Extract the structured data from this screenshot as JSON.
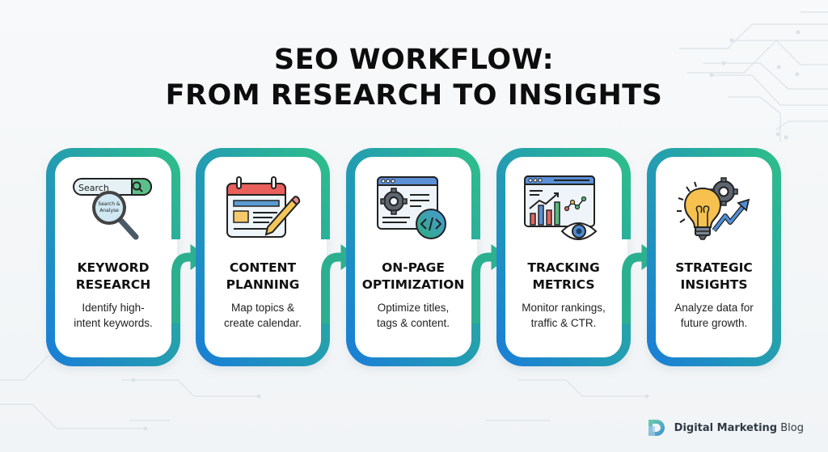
{
  "title": {
    "line1": "SEO WORKFLOW:",
    "line2": "FROM RESEARCH TO INSIGHTS"
  },
  "colors": {
    "gradient_start": "#1a7fd6",
    "gradient_end": "#2ebd8a",
    "title": "#0d0d0d",
    "background": "#f4f6f8"
  },
  "steps": [
    {
      "icon": "search-analyse-icon",
      "icon_text": {
        "search_bar": "Search",
        "lens": "Search &",
        "lens2": "Analyse"
      },
      "title_line1": "KEYWORD",
      "title_line2": "RESEARCH",
      "desc_line1": "Identify high-",
      "desc_line2": "intent keywords."
    },
    {
      "icon": "calendar-pencil-icon",
      "title_line1": "CONTENT",
      "title_line2": "PLANNING",
      "desc_line1": "Map topics &",
      "desc_line2": "create calendar."
    },
    {
      "icon": "webpage-gear-code-icon",
      "title_line1": "ON-PAGE",
      "title_line2": "OPTIMIZATION",
      "desc_line1": "Optimize titles,",
      "desc_line2": "tags & content."
    },
    {
      "icon": "analytics-dashboard-eye-icon",
      "title_line1": "TRACKING",
      "title_line2": "METRICS",
      "desc_line1": "Monitor rankings,",
      "desc_line2": "traffic & CTR."
    },
    {
      "icon": "lightbulb-gear-growth-icon",
      "title_line1": "STRATEGIC",
      "title_line2": "INSIGHTS",
      "desc_line1": "Analyze data for",
      "desc_line2": "future growth."
    }
  ],
  "footer": {
    "logo_icon": "d-logo-icon",
    "brand_bold": "Digital Marketing",
    "brand_light": "Blog"
  }
}
